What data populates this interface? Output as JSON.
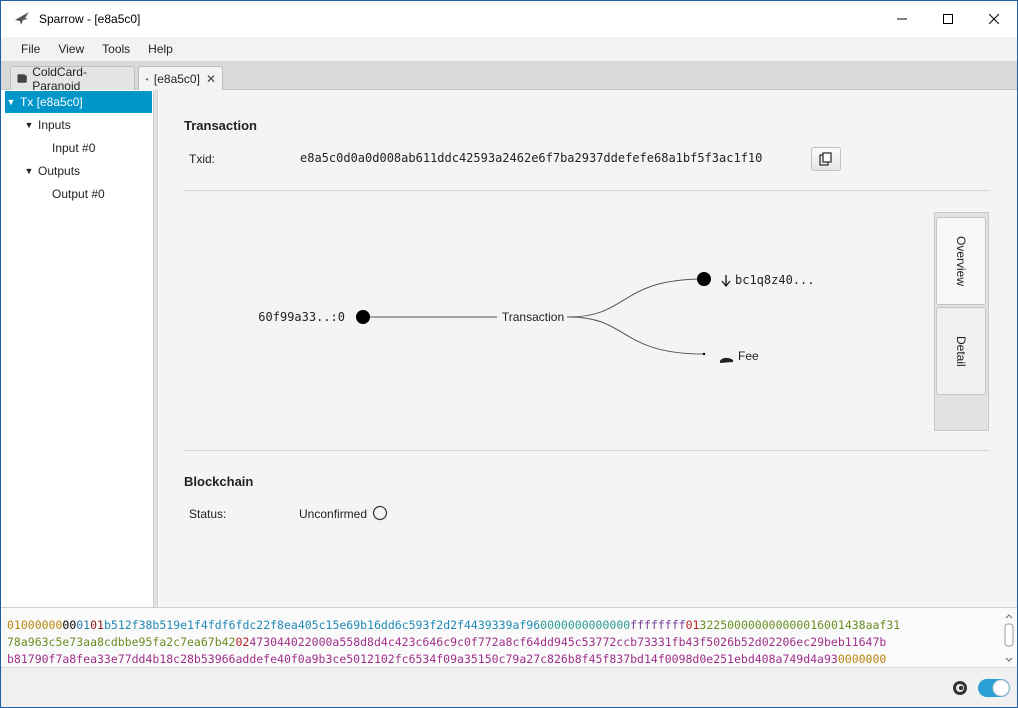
{
  "window": {
    "title": "Sparrow - [e8a5c0]"
  },
  "menu": [
    "File",
    "View",
    "Tools",
    "Help"
  ],
  "tabs": [
    {
      "label": "ColdCard-Paranoid"
    },
    {
      "label": "[e8a5c0]"
    }
  ],
  "tree": {
    "root": "Tx [e8a5c0]",
    "inputs": "Inputs",
    "input0": "Input #0",
    "outputs": "Outputs",
    "output0": "Output #0"
  },
  "transaction": {
    "heading": "Transaction",
    "txid_label": "Txid:",
    "txid": "e8a5c0d0a0d008ab611ddc42593a2462e6f7ba2937ddefefe68a1bf5f3ac1f10"
  },
  "diagram": {
    "input_label": "60f99a33..:0",
    "center_label": "Transaction",
    "output_label": "bc1q8z40...",
    "fee_label": "Fee",
    "tabs": [
      "Overview",
      "Detail"
    ]
  },
  "blockchain": {
    "heading": "Blockchain",
    "status_label": "Status:",
    "status_value": "Unconfirmed"
  },
  "hex": {
    "line1": [
      {
        "text": "01000000",
        "color": "#b8860b"
      },
      {
        "text": "00",
        "color": "#000000"
      },
      {
        "text": "01",
        "color": "#2a7ab0"
      },
      {
        "text": "01",
        "color": "#8b1a1a"
      },
      {
        "text": "b512f38b519e1f4fdf6fdc22f8ea405c15e69b16dd6c593f2d2f4439339af96",
        "color": "#1e8ab5"
      },
      {
        "text": "00000000",
        "color": "#2a9d8f"
      },
      {
        "text": "00000",
        "color": "#2a9d8f"
      },
      {
        "text": "ffffffff",
        "color": "#7a3fa0"
      },
      {
        "text": "01",
        "color": "#b22222"
      },
      {
        "text": "3225000000000000",
        "color": "#6b8e23"
      },
      {
        "text": "16001438aaf31",
        "color": "#6b8e23"
      }
    ],
    "line2": [
      {
        "text": "78a963c5e73aa8cdbbe95fa2c7ea67b42",
        "color": "#6b8e23"
      },
      {
        "text": "02",
        "color": "#b22222"
      },
      {
        "text": "473044022000a558d8d4c423c646c9c0f772a8cf64dd945c53772ccb73331fb43f5026b52d02206ec29beb11647b",
        "color": "#a0308a"
      }
    ],
    "line3": [
      {
        "text": "b81790f7a8fea33e77dd4b18c28b53966addefe40f0a9b3ce5012102fc6534f09a35150c79a27c826b8f45f837bd14f0098d0e251ebd408a749d4a93",
        "color": "#a0308a"
      },
      {
        "text": "0000000",
        "color": "#b8860b"
      }
    ]
  }
}
